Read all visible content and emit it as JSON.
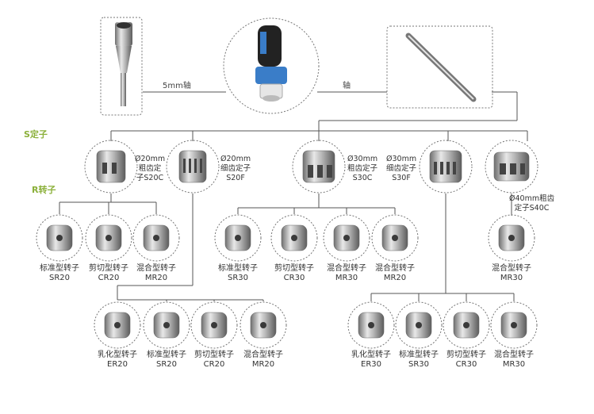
{
  "labels": {
    "stator_section": "S定子",
    "rotor_section": "R转子",
    "shaft_5mm": "5mm轴",
    "shaft": "轴"
  },
  "stators": [
    {
      "id": "s20c",
      "lines": [
        "Ø20mm",
        "粗齿定",
        "子S20C"
      ]
    },
    {
      "id": "s20f",
      "lines": [
        "Ø20mm",
        "细齿定子",
        "S20F"
      ]
    },
    {
      "id": "s30c",
      "lines": [
        "Ø30mm",
        "粗齿定子",
        "S30C"
      ]
    },
    {
      "id": "s30f",
      "lines": [
        "Ø30mm",
        "细齿定子",
        "S30F"
      ]
    },
    {
      "id": "s40c",
      "lines": [
        "Ø40mm粗齿",
        "定子S40C"
      ]
    }
  ],
  "rotors": [
    {
      "id": "sr20",
      "name": "标准型转子",
      "code": "SR20"
    },
    {
      "id": "cr20",
      "name": "剪切型转子",
      "code": "CR20"
    },
    {
      "id": "mr20a",
      "name": "混合型转子",
      "code": "MR20"
    },
    {
      "id": "sr30a",
      "name": "标准型转子",
      "code": "SR30"
    },
    {
      "id": "cr30a",
      "name": "剪切型转子",
      "code": "CR30"
    },
    {
      "id": "mr30a",
      "name": "混合型转子",
      "code": "MR30"
    },
    {
      "id": "mr20b",
      "name": "混合型转子",
      "code": "MR20"
    },
    {
      "id": "mr30b",
      "name": "混合型转子",
      "code": "MR30"
    },
    {
      "id": "er20",
      "name": "乳化型转子",
      "code": "ER20"
    },
    {
      "id": "sr20b",
      "name": "标准型转子",
      "code": "SR20"
    },
    {
      "id": "cr20b",
      "name": "剪切型转子",
      "code": "CR20"
    },
    {
      "id": "mr20c",
      "name": "混合型转子",
      "code": "MR20"
    },
    {
      "id": "er30",
      "name": "乳化型转子",
      "code": "ER30"
    },
    {
      "id": "sr30b",
      "name": "标准型转子",
      "code": "SR30"
    },
    {
      "id": "cr30b",
      "name": "剪切型转子",
      "code": "CR30"
    },
    {
      "id": "mr30c",
      "name": "混合型转子",
      "code": "MR30"
    }
  ],
  "colors": {
    "line": "#555555",
    "accent": "#8bb03a",
    "metal": "#9a9a9a",
    "motor_blue": "#3a7dc8"
  }
}
